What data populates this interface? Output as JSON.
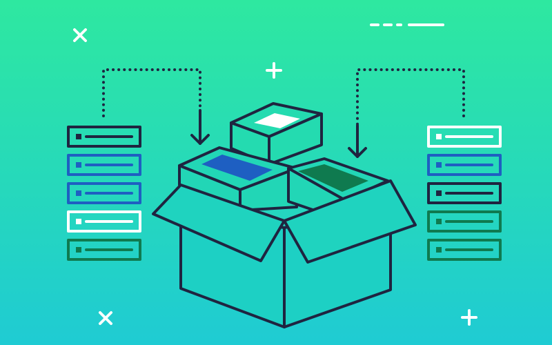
{
  "palette": {
    "bg_top": "#2ee8a0",
    "bg_bottom": "#1fcbd3",
    "ink": "#1f2440",
    "white": "#ffffff",
    "blue": "#1e5fc2",
    "green": "#0f7a4f"
  },
  "icons": {
    "cross": "cross-icon",
    "plus": "plus-icon",
    "arrow": "arrow-down-icon",
    "box": "open-box-icon",
    "server": "server-rack-icon"
  },
  "racks": {
    "left": [
      "ink",
      "blue",
      "blue",
      "white",
      "green"
    ],
    "right": [
      "white",
      "blue",
      "ink",
      "green",
      "green"
    ]
  }
}
